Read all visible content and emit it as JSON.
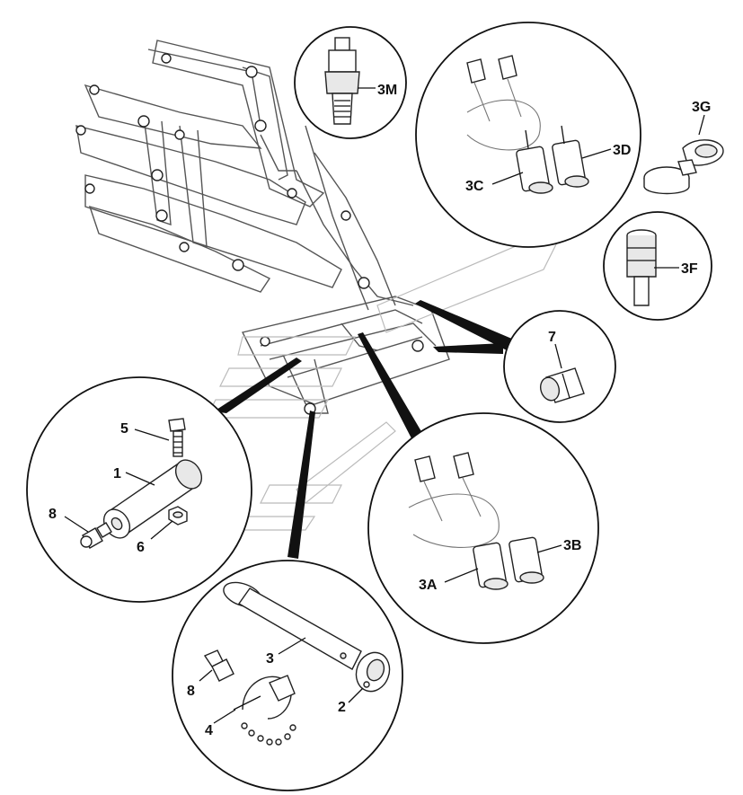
{
  "labels": {
    "c1": "1",
    "c2": "2",
    "c3": "3",
    "c3a": "3A",
    "c3b": "3B",
    "c3c": "3C",
    "c3d": "3D",
    "c3f": "3F",
    "c3g": "3G",
    "c3m": "3M",
    "c4": "4",
    "c5": "5",
    "c6": "6",
    "c7": "7",
    "c8a": "8",
    "c8b": "8"
  }
}
